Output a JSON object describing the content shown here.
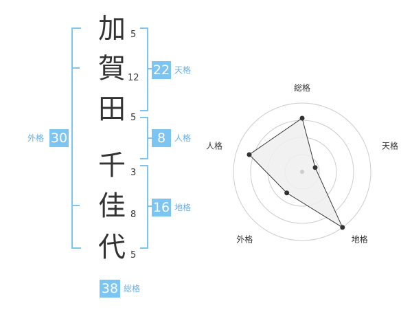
{
  "name": {
    "chars": [
      "加",
      "賀",
      "田",
      "千",
      "佳",
      "代"
    ],
    "strokes": [
      "5",
      "12",
      "5",
      "3",
      "8",
      "5"
    ]
  },
  "scores": {
    "tenkaku": {
      "value": "22",
      "label": "天格"
    },
    "jinkaku": {
      "value": "8",
      "label": "人格"
    },
    "chikaku": {
      "value": "16",
      "label": "地格"
    },
    "gaikaku": {
      "value": "30",
      "label": "外格"
    },
    "soukaku": {
      "value": "38",
      "label": "総格"
    }
  },
  "chart_data": {
    "type": "radar",
    "axes": [
      "総格",
      "天格",
      "地格",
      "外格",
      "人格"
    ],
    "values": [
      0.78,
      0.2,
      1.0,
      0.38,
      0.81
    ],
    "rings": 4,
    "colors": {
      "fill": "#eeeeee",
      "line": "#333333",
      "ring": "#cccccc"
    }
  },
  "colors": {
    "accent": "#7cc4f2",
    "label": "#6aaee6",
    "text": "#333333"
  }
}
